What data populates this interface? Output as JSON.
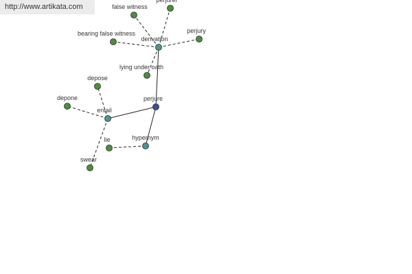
{
  "banner": {
    "url": "http://www.artikata.com"
  },
  "center_word": "perjure",
  "colors": {
    "center_node": "#3f4d94",
    "relation_node": "#4f9494",
    "leaf_node": "#4e8c3f",
    "node_outline": "#1e2e1e",
    "edge": "#222222",
    "label": "#333333"
  },
  "relations": [
    {
      "name": "derivation",
      "leaves": [
        "false witness",
        "perjurer",
        "bearing false witness",
        "perjury",
        "lying under oath"
      ]
    },
    {
      "name": "entail",
      "leaves": [
        "depose",
        "depone",
        "swear"
      ]
    },
    {
      "name": "hypernym",
      "leaves": [
        "lie"
      ]
    }
  ]
}
